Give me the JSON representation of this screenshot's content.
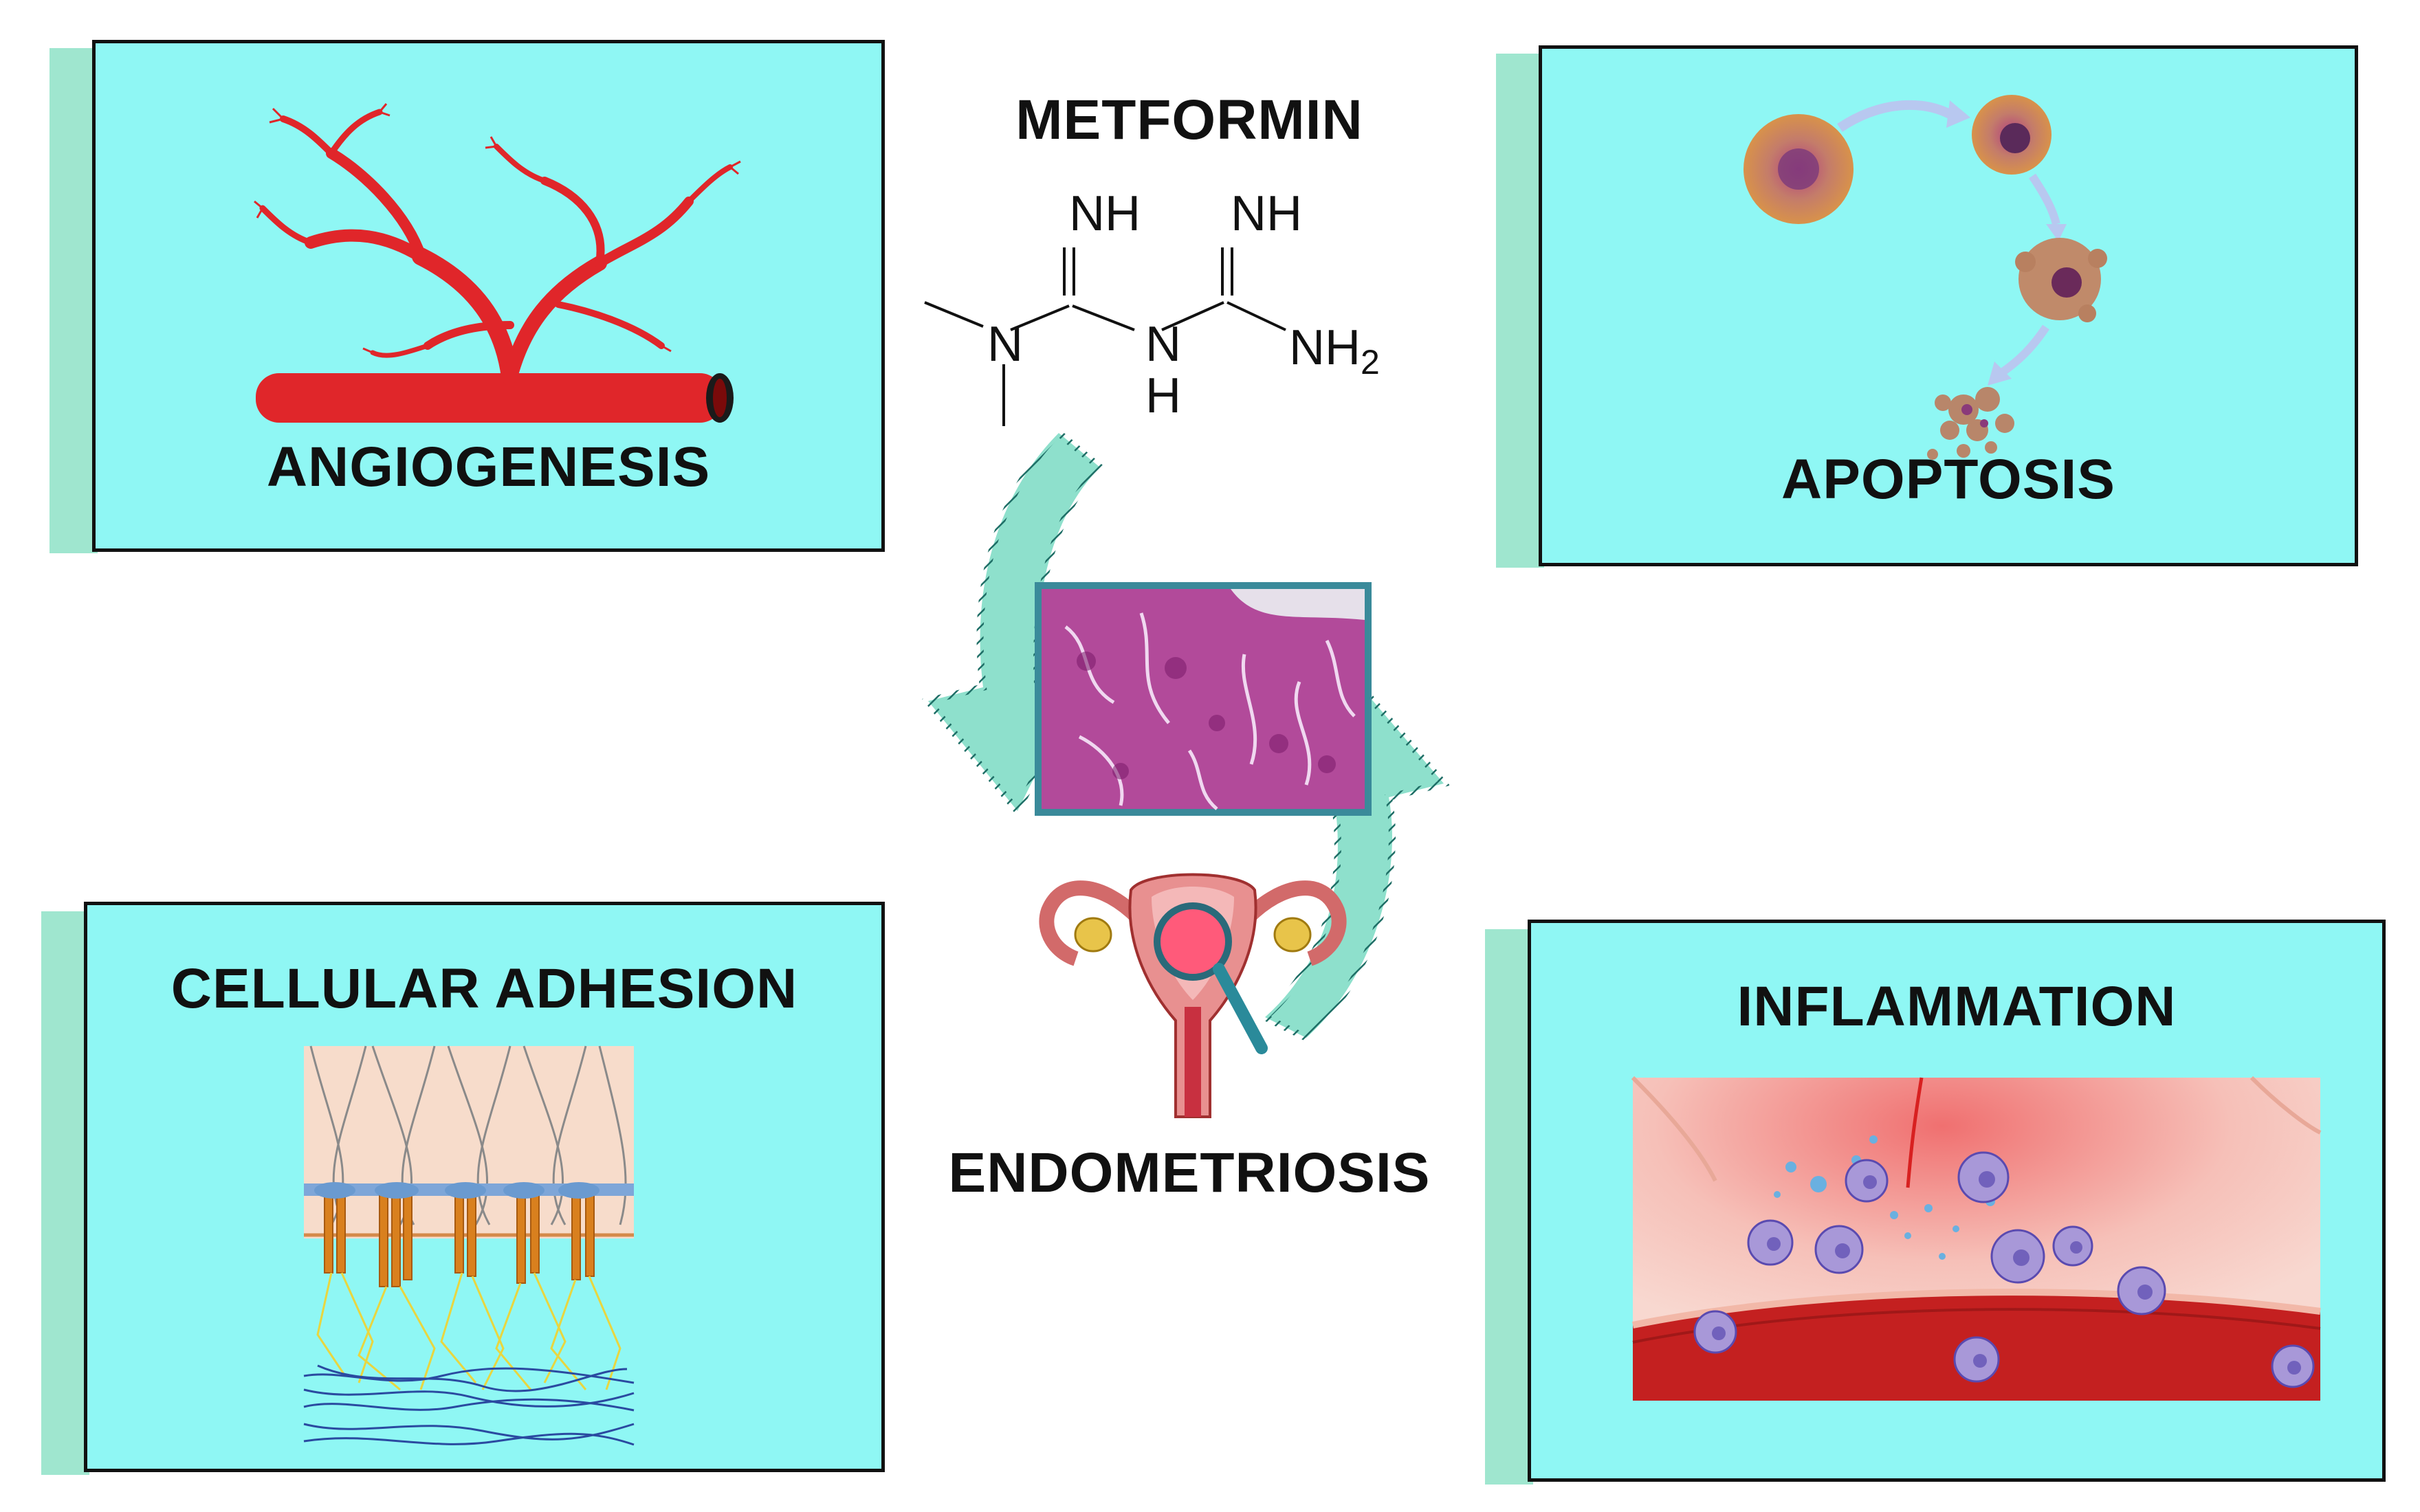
{
  "center": {
    "title": "METFORMIN",
    "label": "ENDOMETRIOSIS"
  },
  "molecule": {
    "nh_top_left": "NH",
    "nh_top_right": "NH",
    "n_left": "N",
    "n_mid": "N",
    "h_mid": "H",
    "nh2": "NH",
    "nh2_sub": "2"
  },
  "panels": {
    "angiogenesis": "ANGIOGENESIS",
    "apoptosis": "APOPTOSIS",
    "adhesion": "CELLULAR ADHESION",
    "inflammation": "INFLAMMATION"
  },
  "colors": {
    "panel_fill": "#8ff7f4",
    "panel_shadow": "#9fe6cf",
    "vessel_red": "#e0262a",
    "tissue_purple": "#a8338f",
    "arrow_teal": "#8ee0cc"
  }
}
